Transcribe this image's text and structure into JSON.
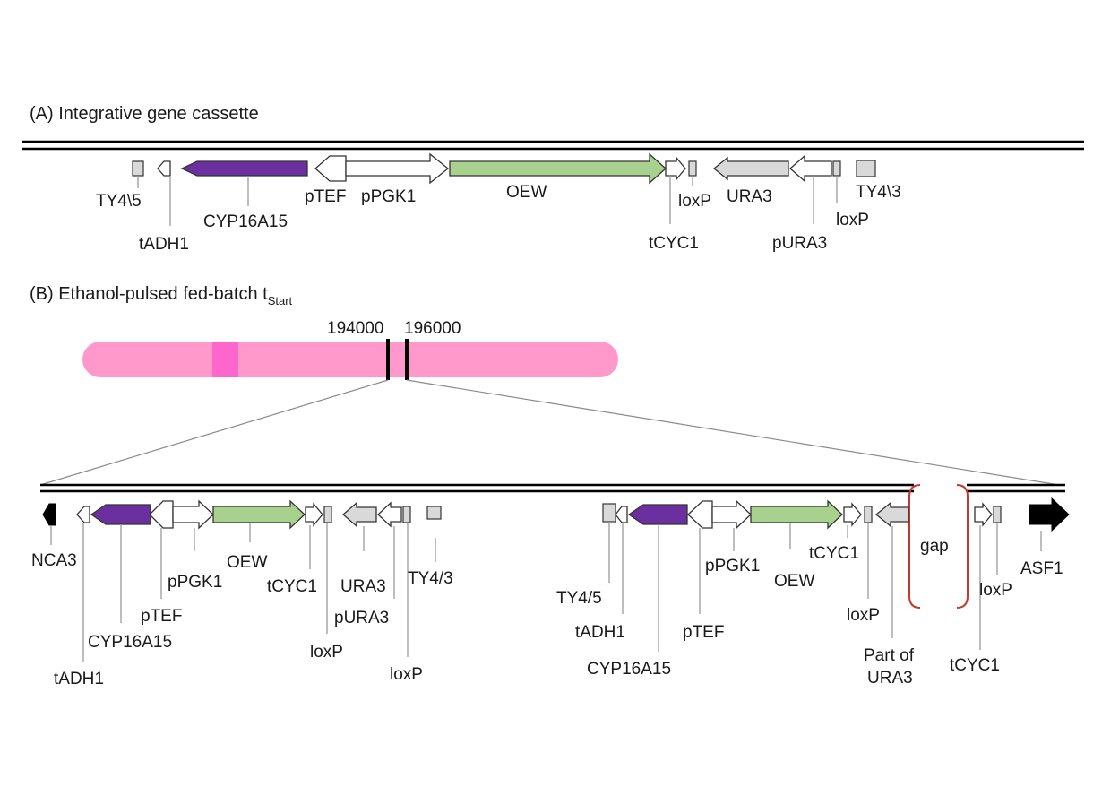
{
  "panel_a": {
    "title": "(A) Integrative gene cassette",
    "labels": {
      "ty45": "TY4\\5",
      "tadh1": "tADH1",
      "cyp": "CYP16A15",
      "ptef": "pTEF",
      "ppgk1": "pPGK1",
      "oew": "OEW",
      "tcyc1": "tCYC1",
      "loxp1": "loxP",
      "ura3": "URA3",
      "pura3": "pURA3",
      "loxp2": "loxP",
      "ty43": "TY4\\3"
    }
  },
  "panel_b": {
    "title_main": "(B) Ethanol-pulsed fed-batch t",
    "title_sub": "Start",
    "chromosome": {
      "marker_left": "194000",
      "marker_right": "196000"
    },
    "left_labels": {
      "nca3": "NCA3",
      "tadh1": "tADH1",
      "cyp": "CYP16A15",
      "ptef": "pTEF",
      "ppgk1": "pPGK1",
      "oew": "OEW",
      "tcyc1": "tCYC1",
      "loxp1": "loxP",
      "ura3": "URA3",
      "pura3": "pURA3",
      "loxp2": "loxP",
      "ty43": "TY4/3"
    },
    "right_labels": {
      "ty45": "TY4/5",
      "tadh1": "tADH1",
      "cyp": "CYP16A15",
      "ptef": "pTEF",
      "ppgk1": "pPGK1",
      "oew": "OEW",
      "tcyc1": "tCYC1",
      "loxp": "loxP",
      "part_ura3_line1": "Part of",
      "part_ura3_line2": "URA3",
      "gap": "gap",
      "tcyc1_b": "tCYC1",
      "loxp_b": "loxP",
      "asf1": "ASF1"
    }
  },
  "colors": {
    "purple": "#6b2fa0",
    "green": "#a9d18e",
    "grey": "#d9d9d9",
    "white": "#ffffff",
    "black": "#000000",
    "chromosome": "#ff99cc",
    "chromosome_band": "#ff66cc",
    "gap_bracket": "#c0392b"
  }
}
